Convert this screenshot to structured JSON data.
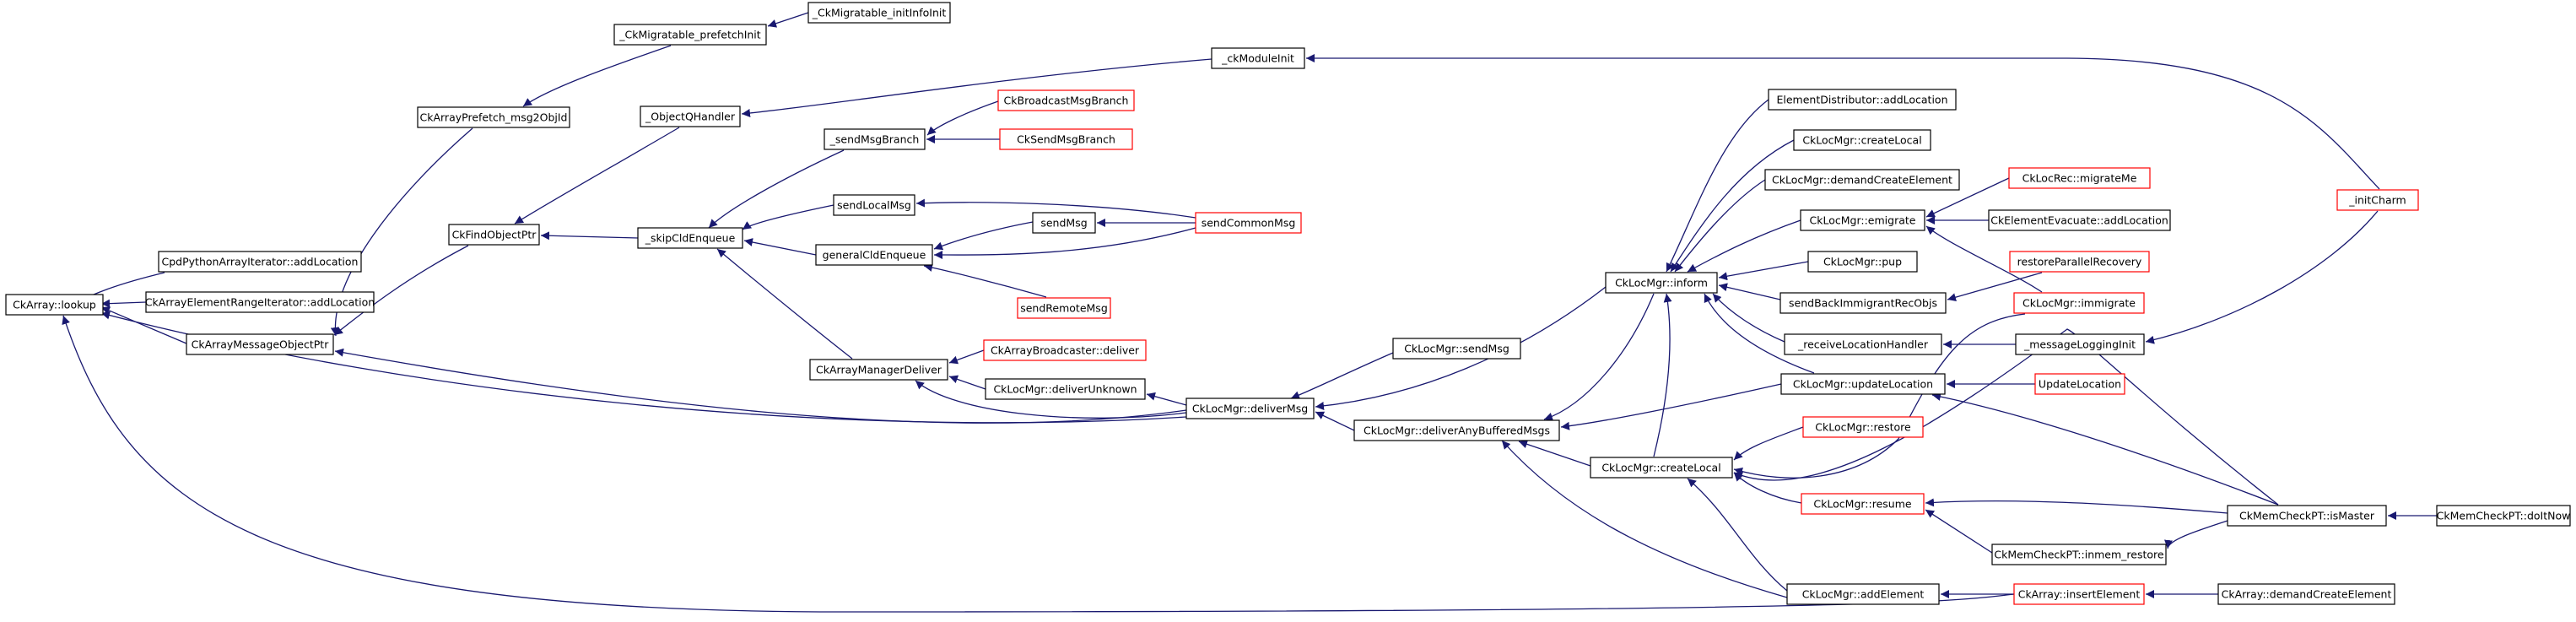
{
  "graph": {
    "kind": "caller-graph",
    "colors": {
      "edge": "#191970",
      "root_fill": "#bfbfbf",
      "link_border": "#000000",
      "truncated_border": "#ff0000"
    },
    "nodes": [
      {
        "id": "lookup",
        "label": "CkArray::lookup",
        "root": true
      },
      {
        "id": "cpdPython",
        "label": "CpdPythonArrayIterator::addLocation"
      },
      {
        "id": "elemRange",
        "label": "CkArrayElementRangeIterator::addLocation"
      },
      {
        "id": "msgObjPtr",
        "label": "CkArrayMessageObjectPtr"
      },
      {
        "id": "prefetchMsg2",
        "label": "CkArrayPrefetch_msg2ObjId"
      },
      {
        "id": "findObjPtr",
        "label": "CkFindObjectPtr"
      },
      {
        "id": "migPrefetch",
        "label": "_CkMigratable_prefetchInit"
      },
      {
        "id": "migInitInfo",
        "label": "_CkMigratable_initInfoInit"
      },
      {
        "id": "objQHandler",
        "label": "_ObjectQHandler"
      },
      {
        "id": "moduleInit",
        "label": "_ckModuleInit"
      },
      {
        "id": "initCharm",
        "label": "_initCharm",
        "truncated": true
      },
      {
        "id": "skipCld",
        "label": "_skipCldEnqueue"
      },
      {
        "id": "sendMsgBranch",
        "label": "_sendMsgBranch"
      },
      {
        "id": "bcastBranch",
        "label": "CkBroadcastMsgBranch",
        "truncated": true
      },
      {
        "id": "sendBranch",
        "label": "CkSendMsgBranch",
        "truncated": true
      },
      {
        "id": "sendLocal",
        "label": "sendLocalMsg"
      },
      {
        "id": "generalCld",
        "label": "generalCldEnqueue"
      },
      {
        "id": "sendMsg",
        "label": "sendMsg"
      },
      {
        "id": "sendCommon",
        "label": "sendCommonMsg",
        "truncated": true
      },
      {
        "id": "sendRemote",
        "label": "sendRemoteMsg",
        "truncated": true
      },
      {
        "id": "mgrDeliver",
        "label": "CkArrayManagerDeliver"
      },
      {
        "id": "bcastDeliver",
        "label": "CkArrayBroadcaster::deliver",
        "truncated": true
      },
      {
        "id": "delivUnknown",
        "label": "CkLocMgr::deliverUnknown"
      },
      {
        "id": "deliverMsg",
        "label": "CkLocMgr::deliverMsg"
      },
      {
        "id": "locSendMsg",
        "label": "CkLocMgr::sendMsg"
      },
      {
        "id": "delivBuffered",
        "label": "CkLocMgr::deliverAnyBufferedMsgs"
      },
      {
        "id": "inform",
        "label": "CkLocMgr::inform"
      },
      {
        "id": "createLocal",
        "label": "CkLocMgr::createLocal"
      },
      {
        "id": "distAddLoc",
        "label": "ElementDistributor::addLocation"
      },
      {
        "id": "locCreateLocal",
        "label": "CkLocMgr::createLocal"
      },
      {
        "id": "demandCreate",
        "label": "CkLocMgr::demandCreateElement"
      },
      {
        "id": "emigrate",
        "label": "CkLocMgr::emigrate"
      },
      {
        "id": "pup",
        "label": "CkLocMgr::pup"
      },
      {
        "id": "sendBackImm",
        "label": "sendBackImmigrantRecObjs"
      },
      {
        "id": "recvLocHandler",
        "label": "_receiveLocationHandler"
      },
      {
        "id": "updateLoc",
        "label": "CkLocMgr::updateLocation"
      },
      {
        "id": "restore",
        "label": "CkLocMgr::restore",
        "truncated": true
      },
      {
        "id": "resume",
        "label": "CkLocMgr::resume",
        "truncated": true
      },
      {
        "id": "addElement",
        "label": "CkLocMgr::addElement"
      },
      {
        "id": "migrateMe",
        "label": "CkLocRec::migrateMe",
        "truncated": true
      },
      {
        "id": "evacAddLoc",
        "label": "CkElementEvacuate::addLocation"
      },
      {
        "id": "restoreParallel",
        "label": "restoreParallelRecovery",
        "truncated": true
      },
      {
        "id": "immigrate",
        "label": "CkLocMgr::immigrate",
        "truncated": true
      },
      {
        "id": "msgLogInit",
        "label": "_messageLoggingInit"
      },
      {
        "id": "updateLocation",
        "label": "UpdateLocation",
        "truncated": true
      },
      {
        "id": "isMaster",
        "label": "CkMemCheckPT::isMaster"
      },
      {
        "id": "doItNow",
        "label": "CkMemCheckPT::doItNow"
      },
      {
        "id": "inmemRestore",
        "label": "CkMemCheckPT::inmem_restore"
      },
      {
        "id": "insertElement",
        "label": "CkArray::insertElement",
        "truncated": true
      },
      {
        "id": "demandCreateArr",
        "label": "CkArray::demandCreateElement"
      }
    ]
  }
}
